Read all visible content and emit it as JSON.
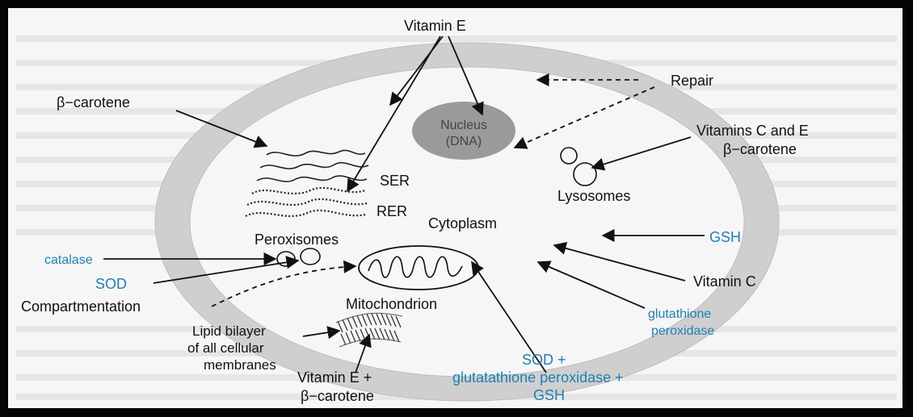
{
  "labels": {
    "vitamin_e_top": "Vitamin E",
    "beta_carotene_top": "β−carotene",
    "repair": "Repair",
    "nucleus_line1": "Nucleus",
    "nucleus_line2": "(DNA)",
    "vitamins_c_e": "Vitamins C and E",
    "beta_carotene_right": "β−carotene",
    "ser": "SER",
    "rer": "RER",
    "lysosomes": "Lysosomes",
    "cytoplasm": "Cytoplasm",
    "peroxisomes": "Peroxisomes",
    "gsh_right": "GSH",
    "catalase": "catalase",
    "sod_left": "SOD",
    "vitamin_c": "Vitamin C",
    "compartmentation": "Compartmentation",
    "mitochondrion": "Mitochondrion",
    "glutathione_1": "glutathione",
    "glutathione_2": "peroxidase",
    "lipid_1": "Lipid bilayer",
    "lipid_2": "of all cellular",
    "lipid_3": "membranes",
    "sod_plus_1": "SOD +",
    "sod_plus_2": "glutatathione peroxidase +",
    "sod_plus_3": "GSH",
    "vit_e_plus_1": "Vitamin E +",
    "vit_e_plus_2": "β−carotene"
  },
  "colors": {
    "cell_membrane": "#cfcfcf",
    "nucleus": "#9a9a9a",
    "blue_text": "#1f7fb0",
    "frame": "#050505"
  }
}
